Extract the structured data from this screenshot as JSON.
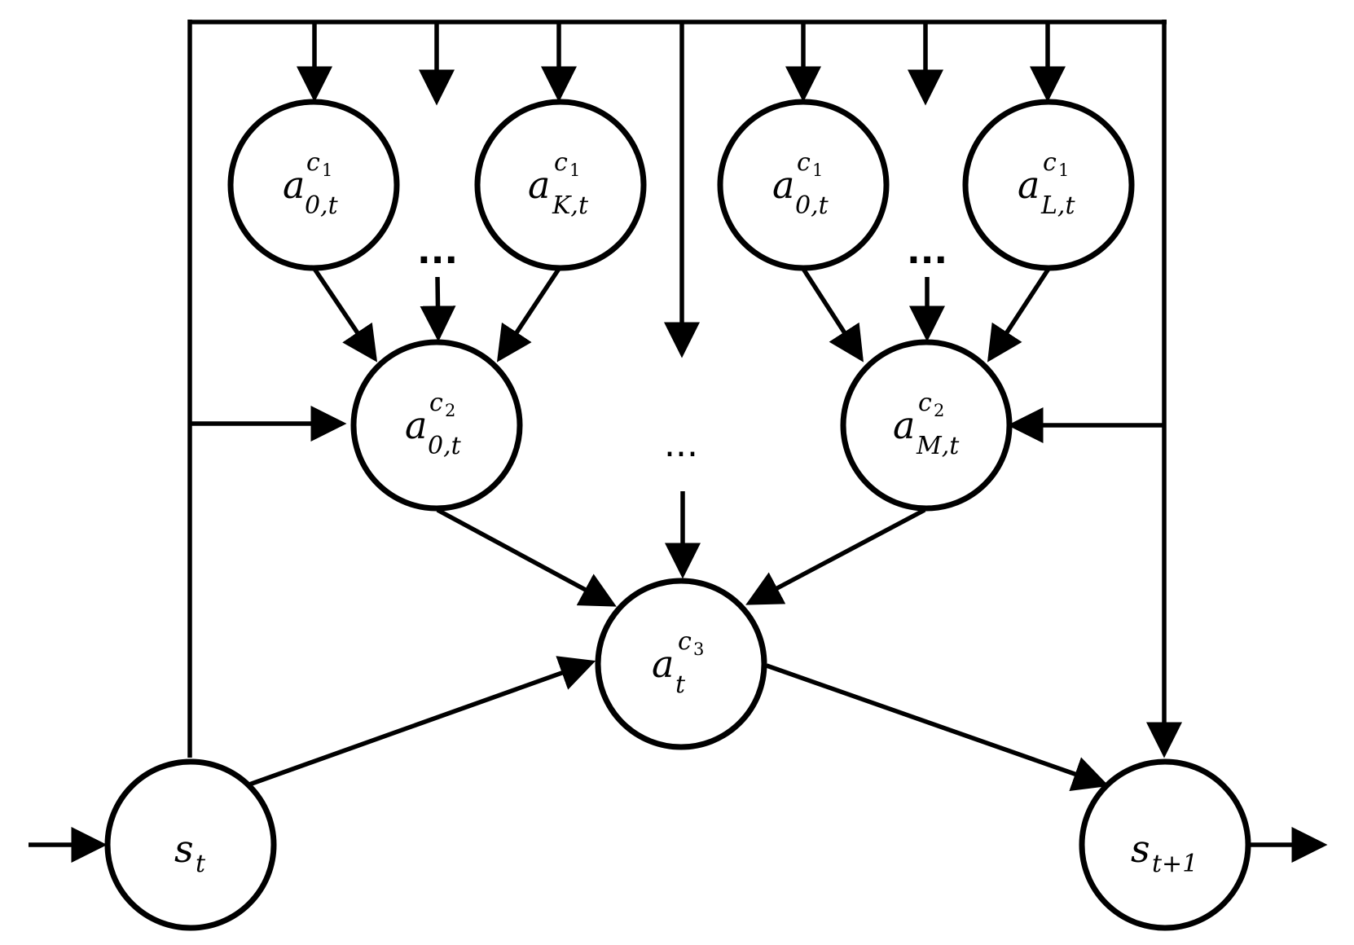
{
  "nodes": {
    "a0t_c1_left": {
      "base": "a",
      "sup": "c",
      "supsub": "1",
      "sub": "0,t"
    },
    "aKt_c1": {
      "base": "a",
      "sup": "c",
      "supsub": "1",
      "sub": "K,t"
    },
    "a0t_c1_right": {
      "base": "a",
      "sup": "c",
      "supsub": "1",
      "sub": "0,t"
    },
    "aLt_c1": {
      "base": "a",
      "sup": "c",
      "supsub": "1",
      "sub": "L,t"
    },
    "a0t_c2": {
      "base": "a",
      "sup": "c",
      "supsub": "2",
      "sub": "0,t"
    },
    "aMt_c2": {
      "base": "a",
      "sup": "c",
      "supsub": "2",
      "sub": "M,t"
    },
    "at_c3": {
      "base": "a",
      "sup": "c",
      "supsub": "3",
      "sub": "t"
    },
    "st": {
      "base": "s",
      "sub": "t"
    },
    "st1": {
      "base": "s",
      "sub": "t+1"
    }
  },
  "ellipses": {
    "left_level1": "...",
    "right_level1": "...",
    "center_level2": "..."
  },
  "colors": {
    "stroke": "#000000",
    "background": "#ffffff"
  }
}
